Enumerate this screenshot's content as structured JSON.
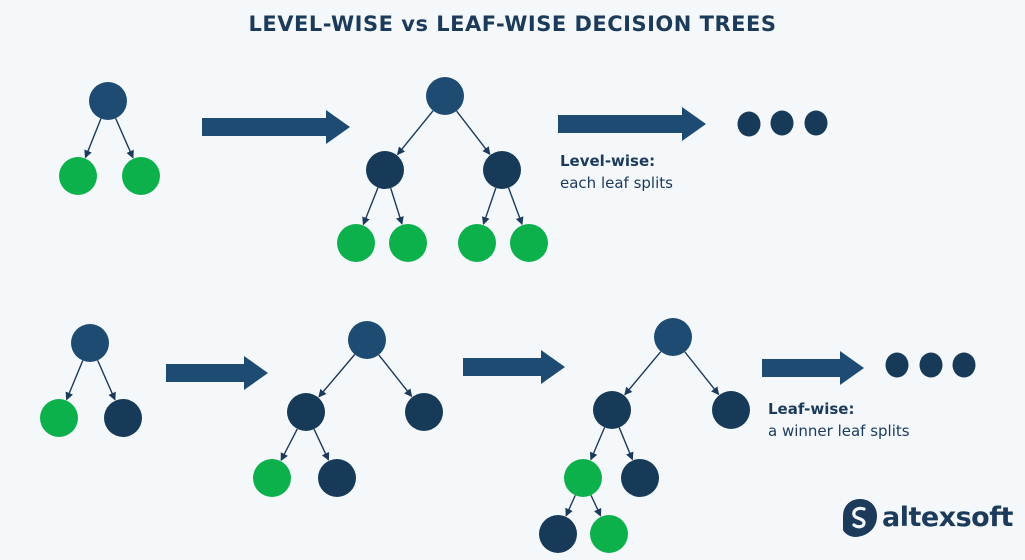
{
  "title": "LEVEL-WISE vs LEAF-WISE DECISION TREES",
  "level_wise": {
    "caption_heading": "Level-wise:",
    "caption_text": "each leaf splits"
  },
  "leaf_wise": {
    "caption_heading": "Leaf-wise:",
    "caption_text": "a winner leaf splits"
  },
  "logo": {
    "text": "altexsoft"
  },
  "colors": {
    "root_node": "#1d4b72",
    "inner_node": "#173a58",
    "leaf_node": "#0db14b",
    "arrow": "#1d4b72",
    "text": "#1c3a5a",
    "background": "#f4f8fb"
  }
}
